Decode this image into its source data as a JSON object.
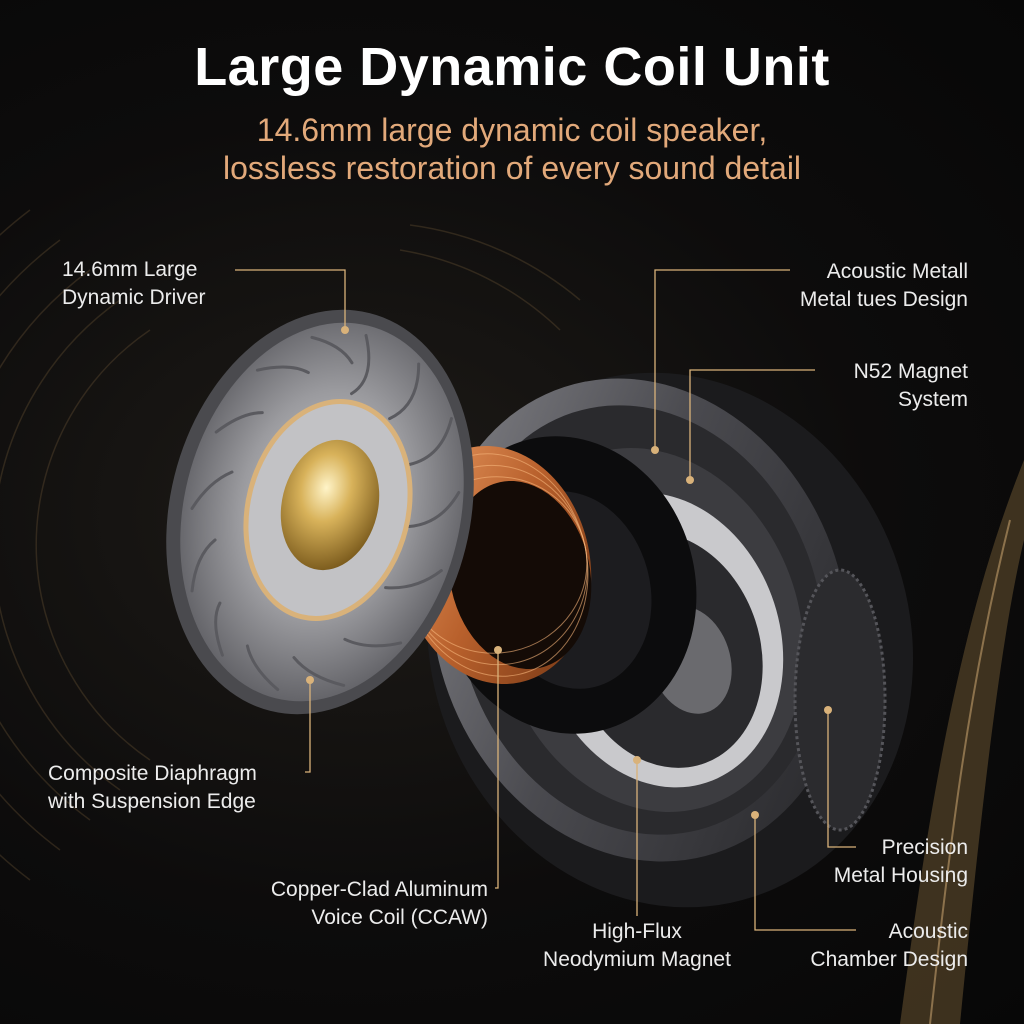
{
  "header": {
    "title": "Large Dynamic Coil Unit",
    "subtitle_line1": "14.6mm large dynamic coil speaker,",
    "subtitle_line2": "lossless restoration of every sound detail"
  },
  "callouts": {
    "driver": {
      "line1": "14.6mm Large",
      "line2": "Dynamic Driver"
    },
    "acoustic_metal": {
      "line1": "Acoustic Metall",
      "line2": "Metal tues Design"
    },
    "magnet_system": {
      "line1": "N52 Magnet",
      "line2": "System"
    },
    "diaphragm": {
      "line1": "Composite Diaphragm",
      "line2": "with Suspension Edge"
    },
    "voice_coil": {
      "line1": "Copper-Clad Aluminum",
      "line2": "Voice Coil (CCAW)"
    },
    "neodymium": {
      "line1": "High-Flux",
      "line2": "Neodymium Magnet"
    },
    "housing": {
      "line1": "Precision",
      "line2": "Metal Housing"
    },
    "chamber": {
      "line1": "Acoustic",
      "line2": "Chamber Design"
    }
  },
  "colors": {
    "accent_gold": "#d9b27a",
    "subtitle_orange": "#e2a97a",
    "copper": "#c8723a",
    "metal_grey": "#6a6a6e",
    "background": "#0b0b0c"
  }
}
